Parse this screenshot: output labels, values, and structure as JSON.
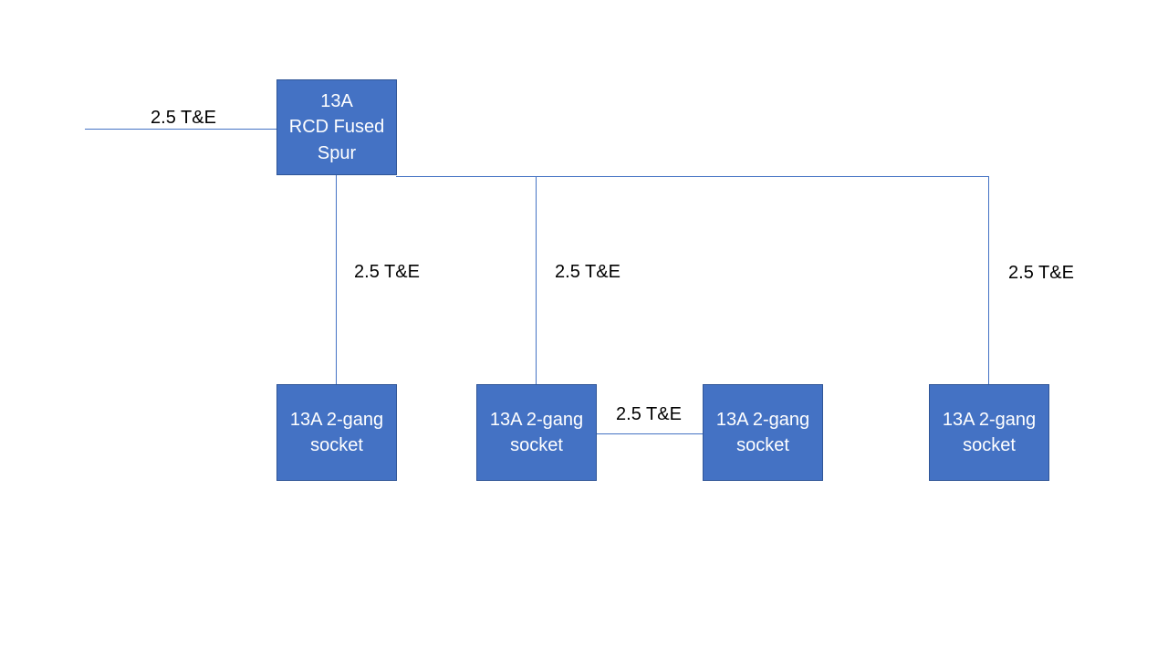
{
  "diagram_type": "electrical-wiring-diagram",
  "colors": {
    "node_fill": "#4472c4",
    "node_border": "#2f5597",
    "connector": "#4472c4",
    "node_text": "#ffffff",
    "label_text": "#000000",
    "background": "#ffffff"
  },
  "nodes": {
    "spur": {
      "line1": "13A",
      "line2": "RCD Fused",
      "line3": "Spur"
    },
    "socket_a": {
      "line1": "13A 2-gang",
      "line2": "socket"
    },
    "socket_b": {
      "line1": "13A 2-gang",
      "line2": "socket"
    },
    "socket_c": {
      "line1": "13A 2-gang",
      "line2": "socket"
    },
    "socket_d": {
      "line1": "13A 2-gang",
      "line2": "socket"
    }
  },
  "cables": {
    "incoming_feed": {
      "label": "2.5 T&E",
      "from": "supply",
      "to": "spur"
    },
    "drop_a": {
      "label": "2.5 T&E",
      "from": "spur",
      "to": "socket_a"
    },
    "drop_b": {
      "label": "2.5 T&E",
      "from": "spur",
      "to": "socket_b"
    },
    "drop_d": {
      "label": "2.5 T&E",
      "from": "spur",
      "to": "socket_d"
    },
    "link_b_c": {
      "label": "2.5 T&E",
      "from": "socket_b",
      "to": "socket_c"
    }
  }
}
